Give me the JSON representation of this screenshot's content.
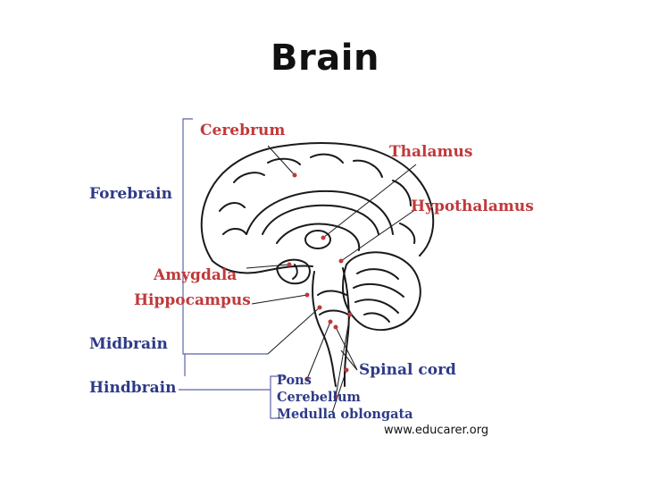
{
  "title": "Brain",
  "labels": {
    "cerebrum": "Cerebrum",
    "thalamus": "Thalamus",
    "hypothalamus": "Hypothalamus",
    "amygdala": "Amygdala",
    "hippocampus": "Hippocampus",
    "spinal_cord": "Spinal cord",
    "forebrain": "Forebrain",
    "midbrain": "Midbrain",
    "hindbrain": "Hindbrain",
    "pons": "Pons",
    "cerebellum": "Cerebellum",
    "medulla": "Medulla oblongata"
  },
  "watermark": "www.educarer.org",
  "colors": {
    "structure_label": "#c0393b",
    "division_label": "#2e3a87",
    "drawing": "#1a1a1a",
    "pointer": "#c0393b"
  }
}
